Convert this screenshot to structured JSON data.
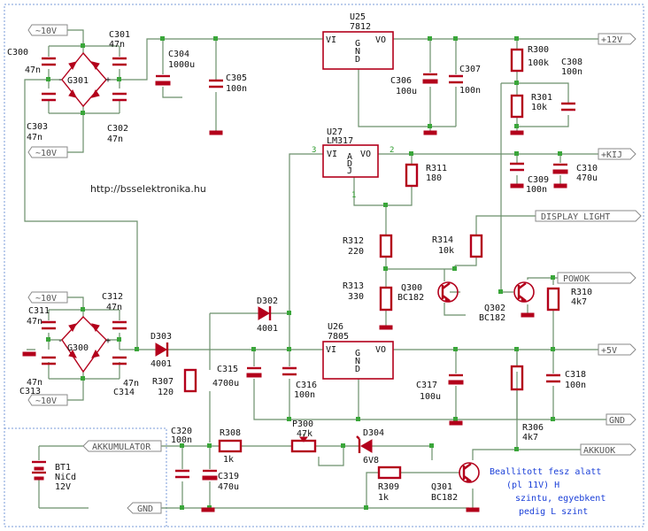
{
  "url": "http://bsselektronika.hu",
  "ac_inputs": [
    "~10V",
    "~10V",
    "~10V",
    "~10V"
  ],
  "bridge1": {
    "name": "G301",
    "caps": [
      {
        "ref": "C300",
        "val": "47n"
      },
      {
        "ref": "C301",
        "val": "47n"
      },
      {
        "ref": "C303",
        "val": "47n"
      },
      {
        "ref": "C302",
        "val": "47n"
      }
    ]
  },
  "bridge2": {
    "name": "G300",
    "caps": [
      {
        "ref": "C311",
        "val": "47n"
      },
      {
        "ref": "C312",
        "val": "47n"
      },
      {
        "ref": "C313",
        "val": "47n"
      },
      {
        "ref": "C314",
        "val": "47n"
      }
    ]
  },
  "regulators": [
    {
      "ref": "U25",
      "type": "7812",
      "vi": "VI",
      "gnd": "GND",
      "vo": "VO"
    },
    {
      "ref": "U27",
      "type": "LM317",
      "vi": "VI",
      "adj": "ADJ",
      "vo": "VO",
      "pin_in": "3",
      "pin_out": "2",
      "pin_adj": "1"
    },
    {
      "ref": "U26",
      "type": "7805",
      "vi": "VI",
      "gnd": "GND",
      "vo": "VO"
    }
  ],
  "parts": {
    "C304": {
      "ref": "C304",
      "val": "1000u"
    },
    "C305": {
      "ref": "C305",
      "val": "100n"
    },
    "C306": {
      "ref": "C306",
      "val": "100u"
    },
    "C307": {
      "ref": "C307",
      "val": "100n"
    },
    "R300": {
      "ref": "R300",
      "val": "100k"
    },
    "C308": {
      "ref": "C308",
      "val": "100n"
    },
    "R301": {
      "ref": "R301",
      "val": "10k"
    },
    "R311": {
      "ref": "R311",
      "val": "180"
    },
    "C309": {
      "ref": "C309",
      "val": "100n"
    },
    "C310": {
      "ref": "C310",
      "val": "470u"
    },
    "R312": {
      "ref": "R312",
      "val": "220"
    },
    "R313": {
      "ref": "R313",
      "val": "330"
    },
    "R314": {
      "ref": "R314",
      "val": "10k"
    },
    "Q300": {
      "ref": "Q300",
      "val": "BC182"
    },
    "Q302": {
      "ref": "Q302",
      "val": "BC182"
    },
    "R310": {
      "ref": "R310",
      "val": "4k7"
    },
    "D302": {
      "ref": "D302",
      "val": "4001"
    },
    "D303": {
      "ref": "D303",
      "val": "4001"
    },
    "C315": {
      "ref": "C315",
      "val": "4700u"
    },
    "C316": {
      "ref": "C316",
      "val": "100n"
    },
    "R307": {
      "ref": "R307",
      "val": "120"
    },
    "C317": {
      "ref": "C317",
      "val": "100u"
    },
    "C318": {
      "ref": "C318",
      "val": "100n"
    },
    "R306": {
      "ref": "R306",
      "val": "4k7"
    },
    "C320": {
      "ref": "C320",
      "val": "100n"
    },
    "R308": {
      "ref": "R308",
      "val": "1k"
    },
    "P300": {
      "ref": "P300",
      "val": "47k"
    },
    "D304": {
      "ref": "D304",
      "val": "6V8"
    },
    "C319": {
      "ref": "C319",
      "val": "470u"
    },
    "R309": {
      "ref": "R309",
      "val": "1k"
    },
    "Q301": {
      "ref": "Q301",
      "val": "BC182"
    },
    "BT1": {
      "ref": "BT1",
      "type": "NiCd",
      "val": "12V"
    }
  },
  "ports": {
    "p12": "+12V",
    "kij": "+KIJ",
    "disp": "DISPLAY LIGHT",
    "powok": "POWOK",
    "p5": "+5V",
    "gnd_r": "GND",
    "akkuok": "AKKUOK",
    "akku": "AKKUMULATOR",
    "gnd_l": "GND"
  },
  "note": [
    "Beallitott fesz alatt",
    "(pl 11V) H",
    "szintu, egyebkent",
    "pedig L szint"
  ]
}
